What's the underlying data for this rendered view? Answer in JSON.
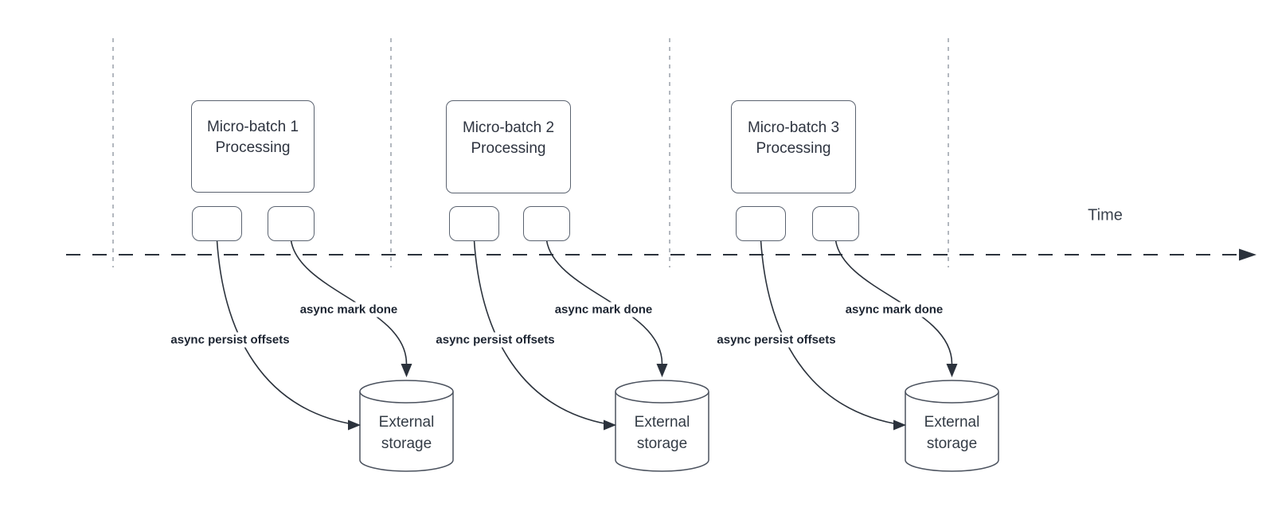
{
  "diagram": {
    "time_label": "Time",
    "colors": {
      "line": "#2b323c",
      "shape_border": "#5b6370",
      "gridline": "#9aa1aa",
      "label_text": "#1c2431",
      "node_text": "#2e3440"
    },
    "groups": [
      {
        "title_line1": "Micro-batch 1",
        "title_line2": "Processing",
        "persist_label": "async persist offsets",
        "done_label": "async mark done",
        "storage_line1": "External",
        "storage_line2": "storage"
      },
      {
        "title_line1": "Micro-batch 2",
        "title_line2": "Processing",
        "persist_label": "async persist offsets",
        "done_label": "async mark done",
        "storage_line1": "External",
        "storage_line2": "storage"
      },
      {
        "title_line1": "Micro-batch 3",
        "title_line2": "Processing",
        "persist_label": "async persist offsets",
        "done_label": "async mark done",
        "storage_line1": "External",
        "storage_line2": "storage"
      }
    ]
  }
}
